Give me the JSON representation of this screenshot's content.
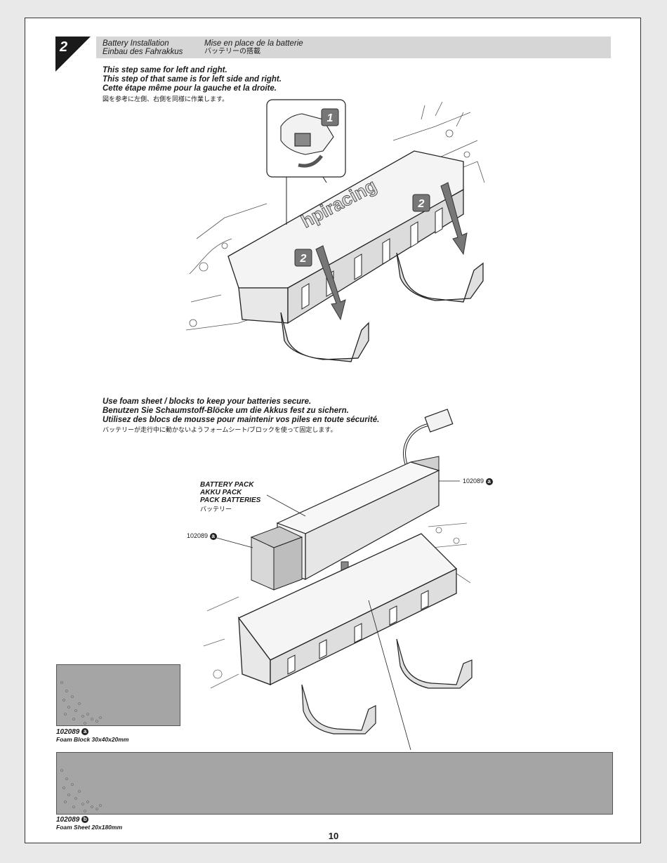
{
  "step": {
    "number": "2"
  },
  "header": {
    "title_en": "Battery Installation",
    "title_de": "Einbau des Fahrakkus",
    "title_fr": "Mise en place de la batterie",
    "title_jp": "バッテリーの搭載"
  },
  "note1": {
    "line1": "This step same for left and right.",
    "line2": "This step of that same is for left side and right.",
    "line3": "Cette étape même pour la gauche et la droite.",
    "line4": "図を参考に左側、右側を同様に作業します。"
  },
  "diagram1": {
    "callout_1": "1",
    "callout_2a": "2",
    "callout_2b": "2",
    "brand_text": "hpiracing"
  },
  "note2": {
    "line1": "Use foam sheet / blocks to keep your batteries secure.",
    "line2": "Benutzen Sie Schaumstoff-Blöcke um die Akkus fest zu sichern.",
    "line3": "Utilisez des blocs de mousse pour maintenir vos piles en toute sécurité.",
    "line4": "バッテリーが走行中に動かないようフォームシート/ブロックを使って固定します。"
  },
  "diagram2": {
    "battery_label_en": "BATTERY PACK",
    "battery_label_de": "AKKU PACK",
    "battery_label_fr": "PACK BATTERIES",
    "battery_label_jp": "バッテリー",
    "part_right_code": "102089",
    "part_right_letter": "a",
    "part_left_code": "102089",
    "part_left_letter": "a"
  },
  "parts": {
    "block_code": "102089",
    "block_letter": "a",
    "block_desc": "Foam Block 30x40x20mm",
    "sheet_code": "102089",
    "sheet_letter": "b",
    "sheet_desc": "Foam Sheet 20x180mm"
  },
  "page_number": "10"
}
